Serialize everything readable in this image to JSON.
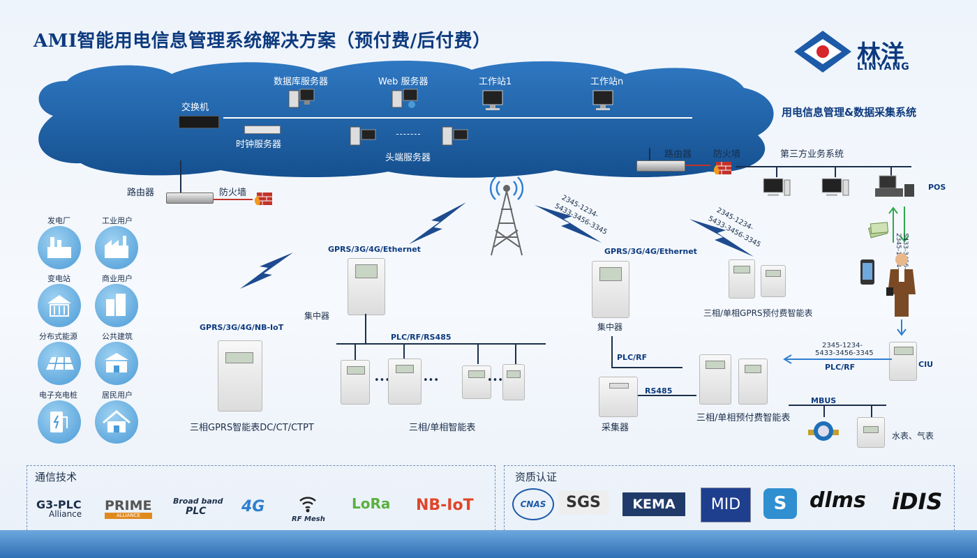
{
  "title": "AMI智能用电信息管理系统解决方案（预付费/后付费）",
  "logo": {
    "cn": "林洋",
    "en": "LINYANG"
  },
  "system_title": "用电信息管理&数据采集系统",
  "cloud": {
    "switch": "交换机",
    "db_server": "数据库服务器",
    "web_server": "Web 服务器",
    "workstation1": "工作站1",
    "workstationn": "工作站n",
    "clock_server": "时钟服务器",
    "head_server": "头端服务器"
  },
  "left_net": {
    "router": "路由器",
    "firewall": "防火墙"
  },
  "right_net": {
    "router": "路由器",
    "firewall": "防火墙",
    "third_party": "第三方业务系统",
    "pos": "POS"
  },
  "users": [
    {
      "label": "发电厂",
      "icon": "power-plant-icon"
    },
    {
      "label": "工业用户",
      "icon": "industrial-icon"
    },
    {
      "label": "变电站",
      "icon": "substation-icon"
    },
    {
      "label": "商业用户",
      "icon": "commercial-icon"
    },
    {
      "label": "分布式能源",
      "icon": "solar-icon"
    },
    {
      "label": "公共建筑",
      "icon": "public-building-icon"
    },
    {
      "label": "电子充电桩",
      "icon": "ev-charger-icon"
    },
    {
      "label": "居民用户",
      "icon": "residential-icon"
    }
  ],
  "comm": {
    "gprs_eth_left": "GPRS/3G/4G/Ethernet",
    "gprs_eth_right": "GPRS/3G/4G/Ethernet",
    "gprs_nbiot": "GPRS/3G/4G/NB-IoT",
    "plc_rf_rs485": "PLC/RF/RS485",
    "plc_rf_1": "PLC/RF",
    "plc_rf_2": "PLC/RF",
    "rs485": "RS485",
    "mbus": "MBUS",
    "token_a_1": "2345-1234-",
    "token_a_2": "5433-3456-3345",
    "token_b_1": "2345-1234-",
    "token_b_2": "5433-3456-3345",
    "token_c_1": "2345-1234-",
    "token_c_2": "5433-3456-3345",
    "token_d_1": "2345-1234-",
    "token_d_2": "5433-3456-3345"
  },
  "devices": {
    "concentrator_left": "集中器",
    "concentrator_right": "集中器",
    "gprs_meter": "三相GPRS智能表DC/CT/CTPT",
    "smart_meters": "三相/单相智能表",
    "collector": "采集器",
    "prepaid_meters": "三相/单相预付费智能表",
    "gprs_prepaid": "三相/单相GPRS预付费智能表",
    "ciu": "CIU",
    "water_gas": "水表、气表"
  },
  "panels": {
    "comm_title": "通信技术",
    "cert_title": "资质认证",
    "comm_logos": [
      "G3-PLC",
      "Alliance",
      "PRIME",
      "ALLIANCE",
      "Broad band",
      "PLC",
      "4G",
      "RF Mesh",
      "LoRa",
      "NB-IoT"
    ],
    "cert_logos": [
      "CNAS",
      "SGS",
      "KEMA",
      "MID",
      "S",
      "dlms",
      "iDIS"
    ]
  },
  "colors": {
    "brand": "#0d3a7e",
    "accent": "#2f7fd0",
    "cloud": "#2f6fb4",
    "prime": "#e08a1e",
    "nbiot": "#e0452a",
    "lora": "#5ab040"
  }
}
